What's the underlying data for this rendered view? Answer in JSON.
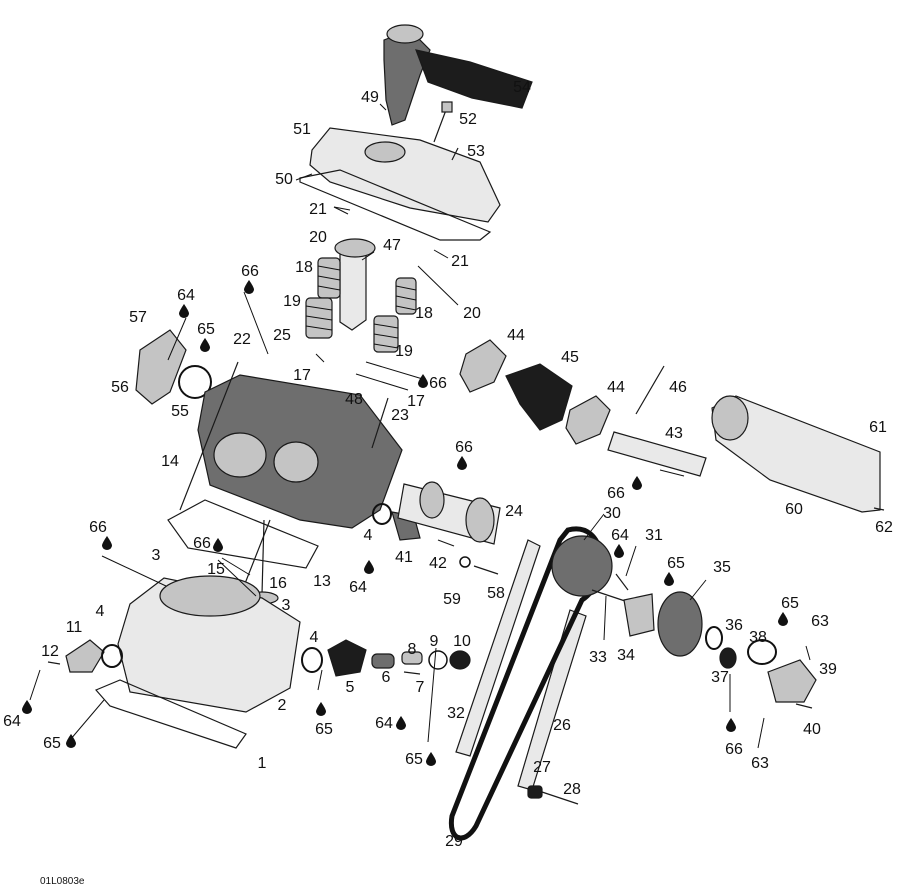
{
  "figure": {
    "drawing_code": "01L0803e",
    "callout_color": "#111111"
  },
  "callouts": {
    "c1": "1",
    "c2": "2",
    "c3a": "3",
    "c3b": "3",
    "c4a": "4",
    "c4b": "4",
    "c4c": "4",
    "c5": "5",
    "c6": "6",
    "c7": "7",
    "c8": "8",
    "c9": "9",
    "c10": "10",
    "c11": "11",
    "c12": "12",
    "c13": "13",
    "c14": "14",
    "c15": "15",
    "c16": "16",
    "c17a": "17",
    "c17b": "17",
    "c18a": "18",
    "c18b": "18",
    "c19a": "19",
    "c19b": "19",
    "c20a": "20",
    "c20b": "20",
    "c21a": "21",
    "c21b": "21",
    "c22": "22",
    "c23": "23",
    "c24": "24",
    "c25": "25",
    "c26": "26",
    "c27": "27",
    "c28": "28",
    "c29": "29",
    "c30": "30",
    "c31": "31",
    "c32": "32",
    "c33": "33",
    "c34": "34",
    "c35": "35",
    "c36": "36",
    "c37": "37",
    "c38": "38",
    "c39": "39",
    "c40": "40",
    "c41": "41",
    "c42": "42",
    "c43": "43",
    "c44a": "44",
    "c44b": "44",
    "c45": "45",
    "c46": "46",
    "c47": "47",
    "c48": "48",
    "c49": "49",
    "c50": "50",
    "c51": "51",
    "c52": "52",
    "c53": "53",
    "c54": "54",
    "c55": "55",
    "c56": "56",
    "c57": "57",
    "c58": "58",
    "c59": "59",
    "c60": "60",
    "c61": "61",
    "c62": "62",
    "c63a": "63",
    "c63b": "63",
    "c64a": "64",
    "c64b": "64",
    "c64c": "64",
    "c64d": "64",
    "c64e": "64",
    "c65a": "65",
    "c65b": "65",
    "c65c": "65",
    "c65d": "65",
    "c65e": "65",
    "c65f": "65",
    "c66a": "66",
    "c66b": "66",
    "c66c": "66",
    "c66d": "66",
    "c66e": "66",
    "c66f": "66",
    "c66g": "66"
  },
  "icons": {
    "drop": "lubricant-drop-icon"
  }
}
